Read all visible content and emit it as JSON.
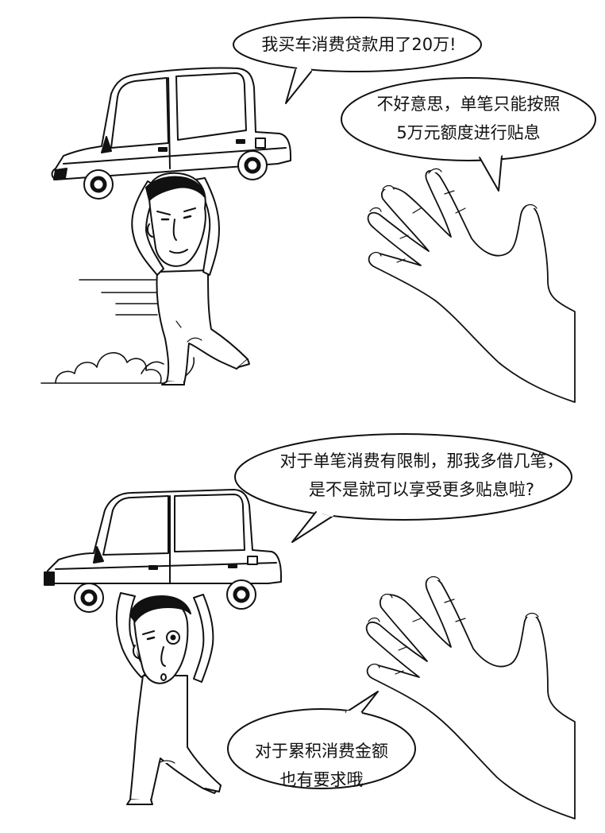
{
  "panels": [
    {
      "speech_bubbles": [
        {
          "speaker": "man",
          "lines": [
            "我买车消费贷款用了20万!"
          ]
        },
        {
          "speaker": "hand",
          "lines": [
            "不好意思，单笔只能按照",
            "5万元额度进行贴息"
          ]
        }
      ]
    },
    {
      "speech_bubbles": [
        {
          "speaker": "man",
          "lines": [
            "对于单笔消费有限制，那我多借几笔，",
            "是不是就可以享受更多贴息啦?"
          ]
        },
        {
          "speaker": "hand",
          "lines": [
            "对于累积消费金额",
            "也有要求哦"
          ]
        }
      ]
    }
  ],
  "colors": {
    "ink": "#111111",
    "paper": "#ffffff",
    "shade": "#d9d9d9"
  }
}
